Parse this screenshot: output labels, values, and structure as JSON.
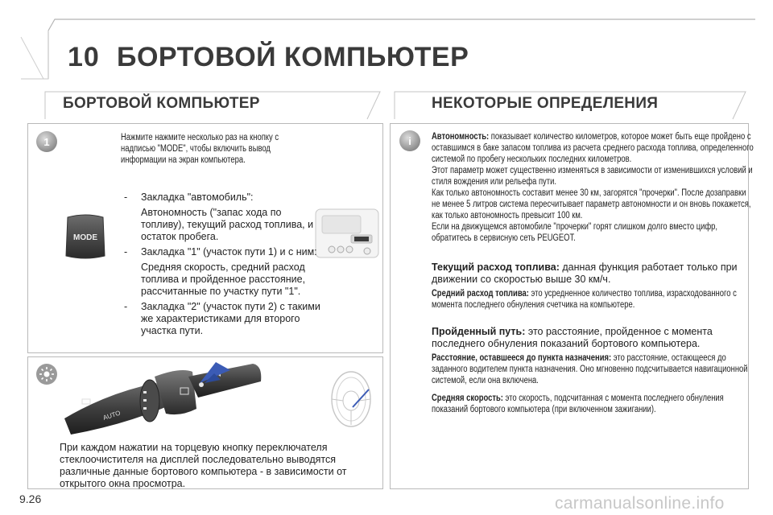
{
  "header": {
    "chapter_number": "10",
    "chapter_title": "БОРТОВОЙ КОМПЬЮТЕР"
  },
  "left": {
    "section_title": "БОРТОВОЙ КОМПЬЮТЕР",
    "step_badge": "1",
    "intro": "Нажмите нажмите несколько раз на кнопку с надписью \"MODE\", чтобы включить вывод информации на экран компьютера.",
    "mode_button_label": "MODE",
    "items": [
      {
        "dash": "-",
        "label": "Закладка \"автомобиль\":",
        "detail": "Автономность (\"запас хода по топливу), текущий расход топлива, и остаток пробега."
      },
      {
        "dash": "-",
        "label": "Закладка \"1\" (участок пути 1) и с ним:",
        "detail": "Средняя скорость, средний расход топлива и пройденное расстояние, рассчитанные по участку пути \"1\"."
      },
      {
        "dash": "-",
        "label": "Закладка \"2\" (участок пути 2) с такими же характеристиками для второго участка пути.",
        "detail": ""
      }
    ],
    "stalk_auto_label": "AUTO",
    "bottom_text": "При каждом нажатии на торцевую кнопку переключателя стеклоочистителя на дисплей последовательно выводятся различные данные бортового компьютера - в зависимости от открытого окна просмотра."
  },
  "right": {
    "section_title": "НЕКОТОРЫЕ ОПРЕДЕЛЕНИЯ",
    "info_icon": "i",
    "autonomy": {
      "term": "Автономность:",
      "text": " показывает количество километров, которое может быть еще пройдено с оставшимся в баке запасом топлива из расчета среднего расхода топлива, определенного системой по пробегу нескольких последних километров.",
      "p2": "Этот параметр может существенно изменяться в зависимости от изменившихся условий и стиля вождения или рельефа пути.",
      "p3": "Как только автономность составит менее 30 км, загорятся \"прочерки\". После дозаправки не менее 5 литров система пересчитывает параметр автономности и он вновь покажется, как только автономность превысит 100 км.",
      "p4": "Если на движущемся автомобиле \"прочерки\" горят слишком долго вместо цифр, обратитесь в сервисную сеть PEUGEOT."
    },
    "current_consumption": {
      "term": "Текущий расход топлива:",
      "text": " данная функция работает только при движении со скоростью выше 30 км/ч."
    },
    "avg_consumption": {
      "term": "Средний расход топлива:",
      "text": " это усредненное количество топлива, израсходованного с момента последнего обнуления счетчика на компьютере."
    },
    "distance": {
      "term": "Пройденный путь:",
      "text": " это расстояние, пройденное с момента последнего обнуления показаний бортового компьютера."
    },
    "distance_to_dest": {
      "term": "Расстояние, оставшееся до пункта назначения:",
      "text": " это расстояние, остающееся до заданного водителем пункта назначения. Оно мгновенно подсчитывается навигационной системой, если она включена."
    },
    "avg_speed": {
      "term": "Средняя скорость:",
      "text": " это скорость, подсчитанная с момента последнего обнуления показаний бортового компьютера (при включенном зажигании)."
    }
  },
  "footer": {
    "page_number": "9.26",
    "watermark": "carmanualsonline.info"
  }
}
